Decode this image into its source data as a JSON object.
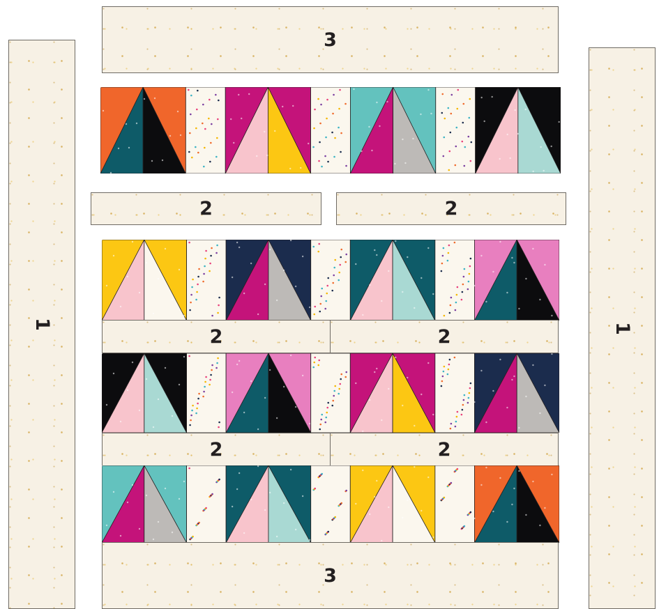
{
  "strips": {
    "top": {
      "label": "3"
    },
    "bottom": {
      "label": "3"
    },
    "left": {
      "label": "1"
    },
    "right": {
      "label": "1"
    },
    "mid_left": {
      "label": "2"
    },
    "mid_right": {
      "label": "2"
    },
    "sash1_left": {
      "label": "2"
    },
    "sash1_right": {
      "label": "2"
    },
    "sash2_left": {
      "label": "2"
    },
    "sash2_right": {
      "label": "2"
    }
  },
  "colors": {
    "background_cream": "#f7f1e5",
    "star_gold": "#cfa03c",
    "outline": "#231f20",
    "orange": "#f0662b",
    "magenta": "#c4137a",
    "teal_light": "#63c2be",
    "black": "#0c0c0e",
    "yellow": "#fcc713",
    "navy": "#1b2c4d",
    "deep_teal": "#0e5b68",
    "pink": "#e87fbf",
    "blush": "#f8c4cc",
    "grey": "#bdbab7",
    "mint": "#a9d9d3",
    "cream_white": "#fbf7ee"
  },
  "rows": [
    {
      "blocks": [
        {
          "bg": "orange",
          "left": "deep_teal",
          "right": "black",
          "spacer": "cream_white"
        },
        {
          "bg": "magenta",
          "left": "blush",
          "right": "yellow",
          "spacer": "cream_white"
        },
        {
          "bg": "teal_light",
          "left": "magenta",
          "right": "grey",
          "spacer": "cream_white"
        },
        {
          "bg": "black",
          "left": "blush",
          "right": "mint"
        }
      ]
    },
    {
      "blocks": [
        {
          "bg": "yellow",
          "left": "blush",
          "right": "cream_white",
          "spacer": "cream_white"
        },
        {
          "bg": "navy",
          "left": "magenta",
          "right": "grey",
          "spacer": "cream_white"
        },
        {
          "bg": "deep_teal",
          "left": "blush",
          "right": "mint",
          "spacer": "cream_white"
        },
        {
          "bg": "pink",
          "left": "deep_teal",
          "right": "black"
        }
      ]
    },
    {
      "blocks": [
        {
          "bg": "black",
          "left": "blush",
          "right": "mint",
          "spacer": "cream_white"
        },
        {
          "bg": "pink",
          "left": "deep_teal",
          "right": "black",
          "spacer": "cream_white"
        },
        {
          "bg": "magenta",
          "left": "blush",
          "right": "yellow",
          "spacer": "cream_white"
        },
        {
          "bg": "navy",
          "left": "magenta",
          "right": "grey"
        }
      ]
    },
    {
      "blocks": [
        {
          "bg": "teal_light",
          "left": "magenta",
          "right": "grey",
          "spacer": "cream_white"
        },
        {
          "bg": "deep_teal",
          "left": "blush",
          "right": "mint",
          "spacer": "cream_white"
        },
        {
          "bg": "yellow",
          "left": "blush",
          "right": "cream_white",
          "spacer": "cream_white"
        },
        {
          "bg": "orange",
          "left": "deep_teal",
          "right": "black"
        }
      ]
    }
  ]
}
